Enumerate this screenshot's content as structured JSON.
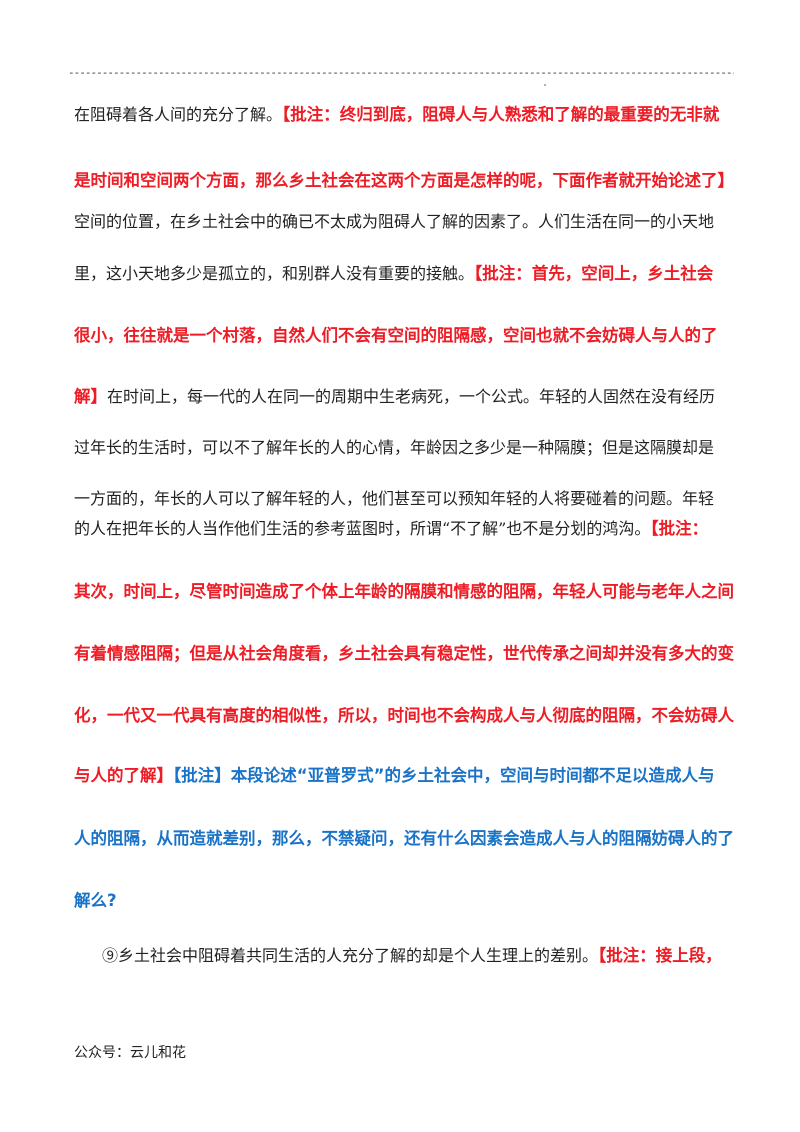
{
  "header_rule": "-----------------------------------------------------------------------------------------------------------------------------------------------------------------",
  "lines": [
    {
      "parts": [
        {
          "style": "normal",
          "text": "在阻碍着各人间的充分了解。"
        },
        {
          "style": "red",
          "text": "【批注：终归到底，阻碍人与人熟悉和了解的最重要的无非就"
        }
      ]
    },
    {
      "parts": [
        {
          "style": "red",
          "text": "是时间和空间两个方面，那么乡土社会在这两个方面是怎样的呢，下面作者就开始论述了】"
        }
      ]
    },
    {
      "parts": [
        {
          "style": "normal",
          "text": "空间的位置，在乡土社会中的确已不太成为阻碍人了解的因素了。人们生活在同一的小天地"
        }
      ]
    },
    {
      "parts": [
        {
          "style": "normal",
          "text": "里，这小天地多少是孤立的，和别群人没有重要的接触。"
        },
        {
          "style": "red",
          "text": "【批注：首先，空间上，乡土社会"
        }
      ]
    },
    {
      "parts": [
        {
          "style": "red",
          "text": "很小，往往就是一个村落，自然人们不会有空间的阻隔感，空间也就不会妨碍人与人的了"
        }
      ]
    },
    {
      "parts": [
        {
          "style": "red",
          "text": "解】"
        },
        {
          "style": "normal",
          "text": "在时间上，每一代的人在同一的周期中生老病死，一个公式。年轻的人固然在没有经历"
        }
      ]
    },
    {
      "parts": [
        {
          "style": "normal",
          "text": "过年长的生活时，可以不了解年长的人的心情，年龄因之多少是一种隔膜；但是这隔膜却是"
        }
      ]
    },
    {
      "parts": [
        {
          "style": "normal",
          "text": "一方面的，年长的人可以了解年轻的人，他们甚至可以预知年轻的人将要碰着的问题。年轻"
        }
      ]
    },
    {
      "parts": [
        {
          "style": "normal",
          "text": "的人在把年长的人当作他们生活的参考蓝图时，所谓“不了解”也不是分划的鸿沟。"
        },
        {
          "style": "red",
          "text": "【批注："
        }
      ]
    },
    {
      "parts": [
        {
          "style": "red",
          "text": "其次，时间上，尽管时间造成了个体上年龄的隔膜和情感的阻隔，年轻人可能与老年人之间"
        }
      ]
    },
    {
      "parts": [
        {
          "style": "red",
          "text": "有着情感阻隔；但是从社会角度看，乡土社会具有稳定性，世代传承之间却并没有多大的变"
        }
      ]
    },
    {
      "parts": [
        {
          "style": "red",
          "text": "化，一代又一代具有高度的相似性，所以，时间也不会构成人与人彻底的阻隔，不会妨碍人"
        }
      ]
    },
    {
      "parts": [
        {
          "style": "red",
          "text": "与人的了解】"
        },
        {
          "style": "blue",
          "text": "【批注】本段论述“亚普罗式”的乡土社会中，空间与时间都不足以造成人与"
        }
      ]
    },
    {
      "parts": [
        {
          "style": "blue",
          "text": "人的阻隔，从而造就差别，那么，不禁疑问，还有什么因素会造成人与人的阻隔妨碍人的了"
        }
      ]
    },
    {
      "parts": [
        {
          "style": "blue",
          "text": "解么?"
        }
      ]
    },
    {
      "parts": [
        {
          "style": "normal",
          "text": "⑨乡土社会中阻碍着共同生活的人充分了解的却是个人生理上的差别。"
        },
        {
          "style": "red",
          "text": "【批注：接上段，"
        }
      ]
    }
  ],
  "footer": "公众号：云儿和花",
  "colors": {
    "red": "#ee1c25",
    "blue": "#1a73c6",
    "text": "#222222"
  }
}
